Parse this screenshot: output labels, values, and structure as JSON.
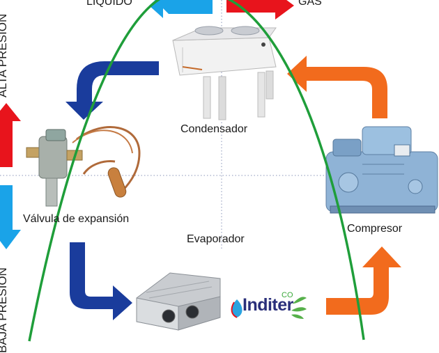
{
  "labels": {
    "liquid": "LÍQUIDO",
    "gas": "GAS",
    "high_pressure": "ALTA PRESIÓN",
    "low_pressure": "BAJA PRESIÓN",
    "condenser": "Condensador",
    "expansion_valve": "Válvula de expansión",
    "evaporator": "Evaporador",
    "compressor": "Compresor"
  },
  "logo": {
    "brand": "Inditer",
    "suffix": "CO"
  },
  "colors": {
    "liquid_arrow": "#1aa3e8",
    "gas_arrow": "#e8141c",
    "condenser_to_valve_arrow": "#1a3c9c",
    "valve_to_evaporator_arrow": "#1a3c9c",
    "evaporator_to_compressor_arrow": "#f26b1d",
    "compressor_to_condenser_arrow": "#f26b1d",
    "saturation_curve": "#1f9e3a",
    "high_pressure_arrow": "#e8141c",
    "low_pressure_arrow": "#1aa3e8"
  }
}
